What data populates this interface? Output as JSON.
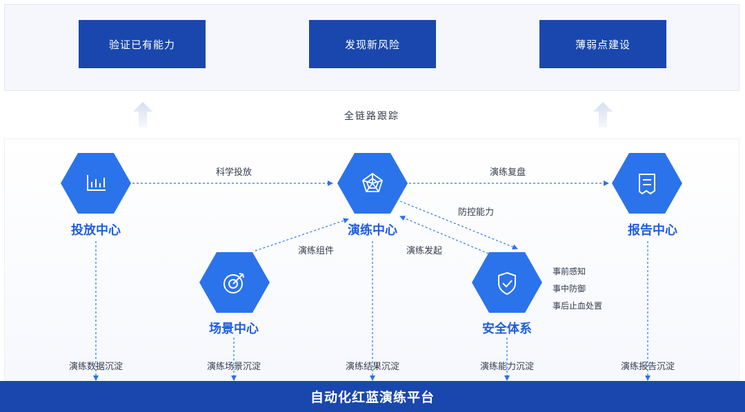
{
  "goals": [
    "验证已有能力",
    "发现新风险",
    "薄弱点建设"
  ],
  "trace_label": "全链路跟踪",
  "nodes": {
    "launch": "投放中心",
    "drill": "演练中心",
    "report": "报告中心",
    "scene": "场景中心",
    "security": "安全体系"
  },
  "edges": {
    "science": "科学投放",
    "review": "演练复盘",
    "defense": "防控能力",
    "component": "演练组件",
    "initiate": "演练发起"
  },
  "security_items": [
    "事前感知",
    "事中防御",
    "事后止血处置"
  ],
  "deposits": [
    "演练数据沉淀",
    "演练场景沉淀",
    "演练结果沉淀",
    "演练能力沉淀",
    "演练报告沉淀"
  ],
  "platform": "自动化红蓝演练平台",
  "colors": {
    "primary": "#1a47ad",
    "hex": "#2b73ea",
    "title": "#1f5ddc"
  }
}
